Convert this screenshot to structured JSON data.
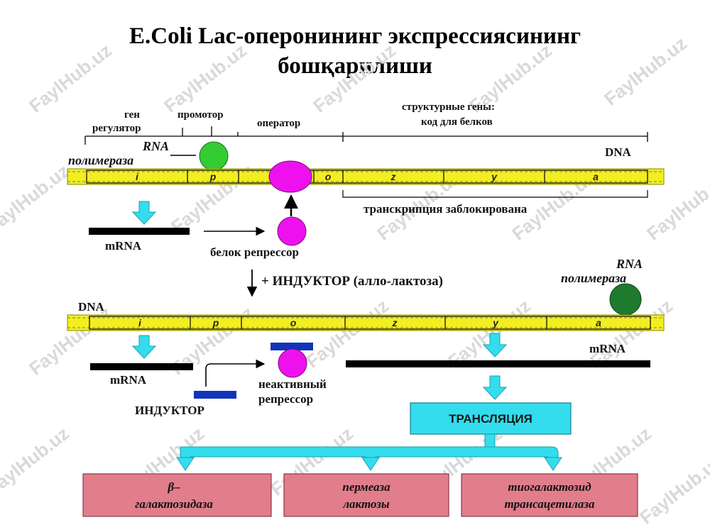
{
  "title": {
    "line1": "E.Coli Lac-оперонининг экспрессиясининг",
    "line2": "бошқарилиши"
  },
  "watermark": "FaylHub.uz",
  "top": {
    "gene_regulator_1": "ген",
    "gene_regulator_2": "регулятор",
    "promoter": "промотор",
    "operator": "оператор",
    "structural_1": "структурные гены:",
    "structural_2": "код для белков",
    "rna_pol_1": "RNA",
    "rna_pol_2": "полимераза",
    "dna": "DNA",
    "segments": [
      "i",
      "p",
      "o",
      "z",
      "y",
      "a"
    ],
    "transcription_blocked": "транскрипция заблокирована",
    "mrna": "mRNA",
    "repressor_protein": "белок репрессор"
  },
  "inducer_step": "+ ИНДУКТОР (алло-лактоза)",
  "bottom": {
    "rna_pol_1": "RNA",
    "rna_pol_2": "полимераза",
    "dna": "DNA",
    "segments": [
      "i",
      "p",
      "o",
      "z",
      "y",
      "a"
    ],
    "mrna_left": "mRNA",
    "mrna_right": "mRNA",
    "inactive_1": "неактивный",
    "inactive_2": "репрессор",
    "inducer": "ИНДУКТОР",
    "translation": "ТРАНСЛЯЦИЯ"
  },
  "products": [
    {
      "line1": "β–",
      "line2": "галактозидаза"
    },
    {
      "line1": "пермеаза",
      "line2": "лактозы"
    },
    {
      "line1": "тиогалактозид",
      "line2": "трансацетилаза"
    }
  ],
  "colors": {
    "dna_yellow": "#f2ee1f",
    "polymerase_green": "#33cc33",
    "polymerase_dark": "#1f7a2e",
    "repressor_magenta": "#ee11ee",
    "arrow_cyan": "#33ddee",
    "inducer_blue": "#1133bb",
    "product_pink": "#e27d8c"
  }
}
